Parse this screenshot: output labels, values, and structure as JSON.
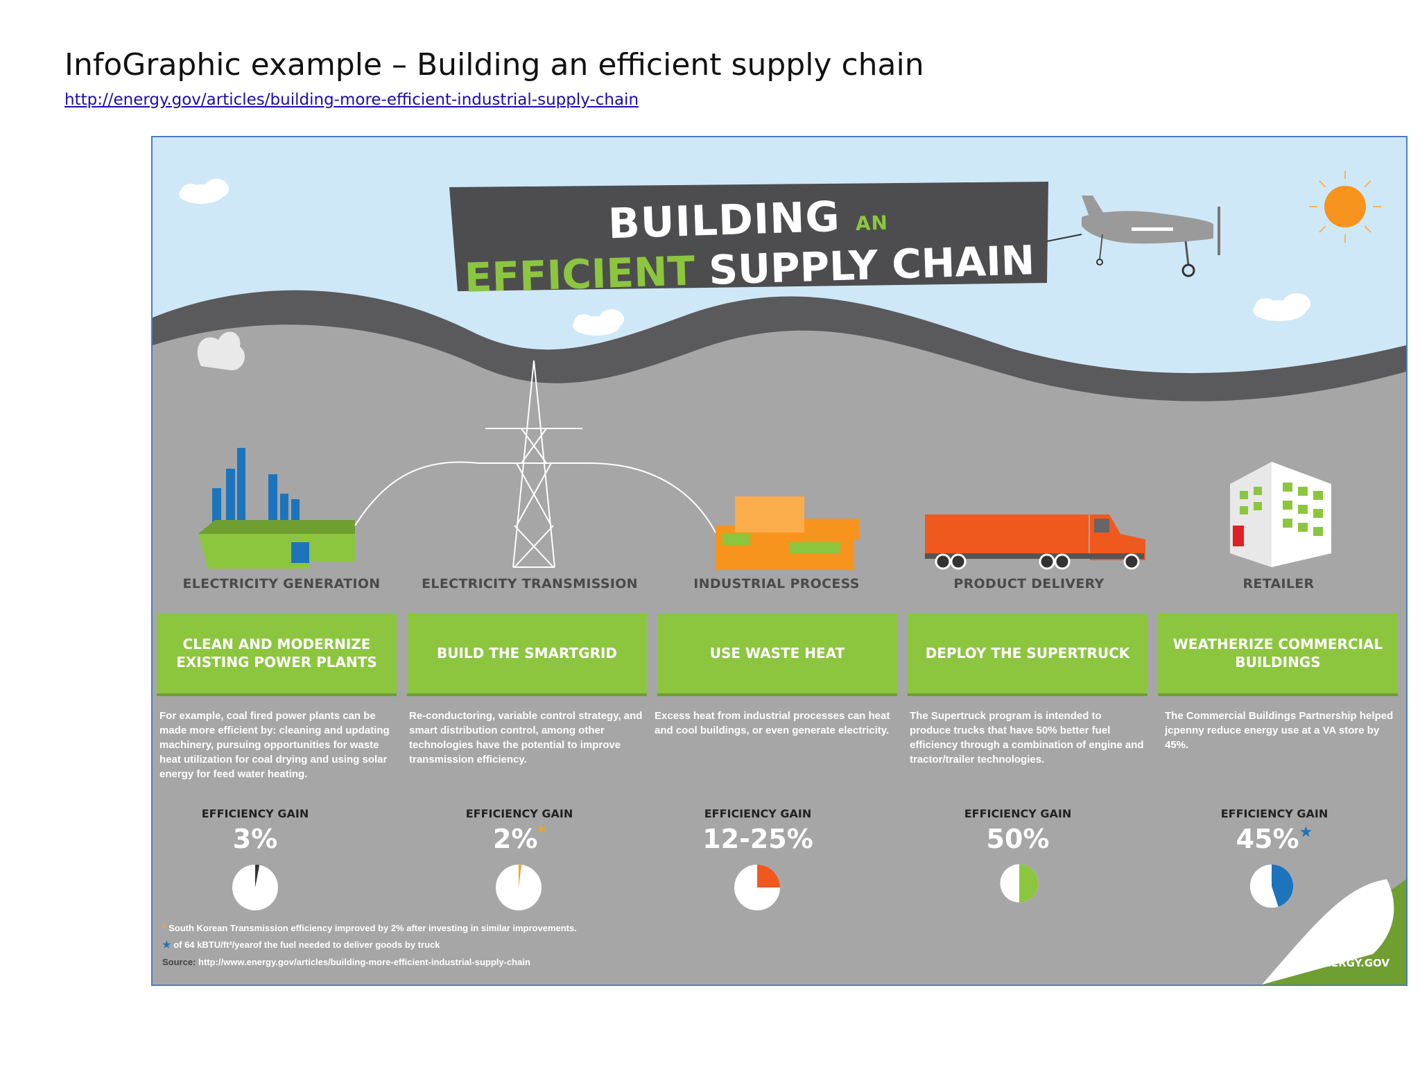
{
  "page": {
    "title": "InfoGraphic example – Building an efficient supply chain",
    "link": "http://energy.gov/articles/building-more-efficient-industrial-supply-chain"
  },
  "infographic": {
    "banner": {
      "line1_main": "BUILDING",
      "line1_small": "AN",
      "line2_green": "EFFICIENT",
      "line2_white": "SUPPLY CHAIN"
    },
    "stages": [
      {
        "label": "ELECTRICITY GENERATION",
        "action": "CLEAN AND MODERNIZE EXISTING POWER PLANTS",
        "description": "For example, coal fired power plants can be made more efficient by: cleaning and updating machinery, pursuing opportunities for waste heat utilization for coal drying and using solar energy for feed water heating.",
        "gain_label": "EFFICIENCY GAIN",
        "gain_value": "3%",
        "gain_mark": "",
        "gain_fraction": 0.03,
        "pie_color": "#333333"
      },
      {
        "label": "ELECTRICITY TRANSMISSION",
        "action": "BUILD THE SMARTGRID",
        "description": "Re-conductoring, variable control strategy, and smart distribution control, among other technologies have the potential to improve transmission efficiency.",
        "gain_label": "EFFICIENCY GAIN",
        "gain_value": "2%",
        "gain_mark": "*",
        "gain_fraction": 0.02,
        "pie_color": "#f7a51c"
      },
      {
        "label": "INDUSTRIAL PROCESS",
        "action": "USE WASTE HEAT",
        "description": "Excess heat from industrial processes can heat and cool buildings, or even generate electricity.",
        "gain_label": "EFFICIENCY GAIN",
        "gain_value": "12-25%",
        "gain_mark": "",
        "gain_fraction": 0.25,
        "pie_color": "#f0591e"
      },
      {
        "label": "PRODUCT DELIVERY",
        "action": "DEPLOY THE SUPERTRUCK",
        "description": "The Supertruck program is intended to produce trucks that have 50% better fuel efficiency through a combination of engine and tractor/trailer technologies.",
        "gain_label": "EFFICIENCY GAIN",
        "gain_value": "50%",
        "gain_mark": "",
        "gain_fraction": 0.5,
        "pie_color": "#8cc63f"
      },
      {
        "label": "RETAILER",
        "action": "WEATHERIZE COMMERCIAL BUILDINGS",
        "description": "The Commercial Buildings Partnership helped jcpenny reduce energy use at a VA store by 45%.",
        "gain_label": "EFFICIENCY GAIN",
        "gain_value": "45%",
        "gain_mark": "★",
        "gain_fraction": 0.45,
        "pie_color": "#1c75bc"
      }
    ],
    "footnotes": {
      "note1_mark": "*",
      "note1": "South Korean Transmission efficiency improved by 2% after investing in similar improvements.",
      "note2_mark": "★",
      "note2": "of 64 kBTU/ft²/yearof the fuel needed to deliver goods by truck",
      "source_label": "Source:",
      "source_url": "http://www.energy.gov/articles/building-more-efficient-industrial-supply-chain"
    },
    "logo_text": "ENERGY.GOV"
  },
  "colors": {
    "sky": "#cfe8f8",
    "ground": "#a7a6a7",
    "green": "#8cc63f",
    "orange": "#f0591e",
    "blue": "#1c75bc",
    "yellow": "#f7a51c"
  }
}
